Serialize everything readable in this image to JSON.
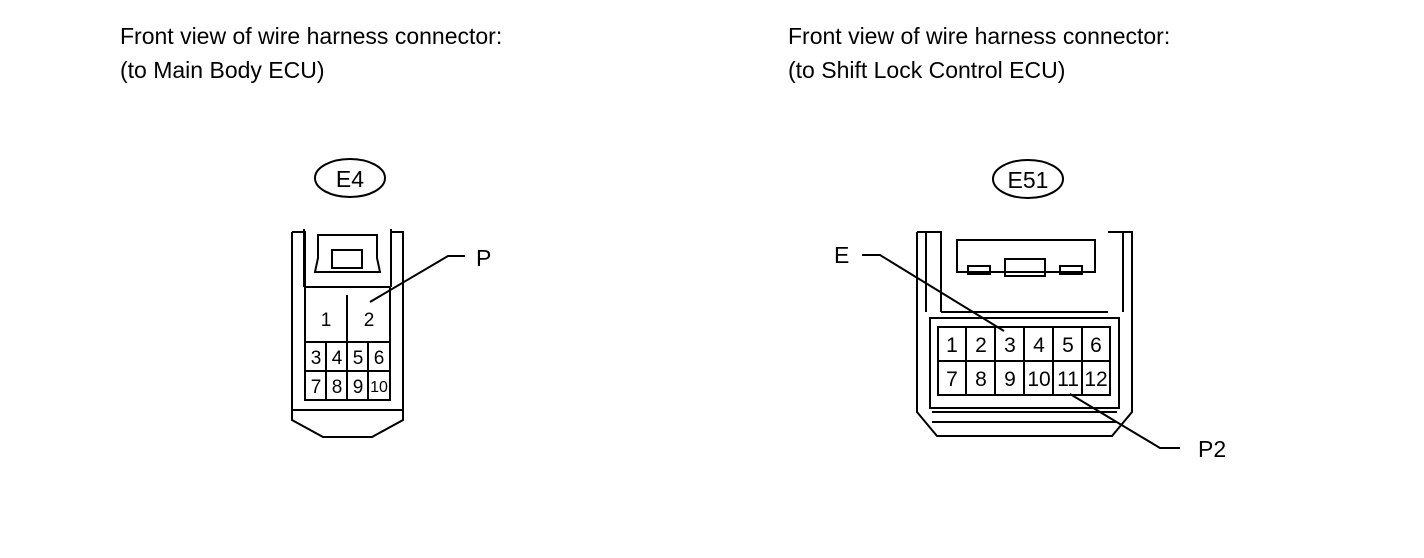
{
  "left": {
    "caption_line1": "Front view of wire harness connector:",
    "caption_line2": "(to Main Body ECU)",
    "connector_id": "E4",
    "callout": "P",
    "pins_large": [
      "1",
      "2"
    ],
    "pins_row1": [
      "3",
      "4",
      "5",
      "6"
    ],
    "pins_row2": [
      "7",
      "8",
      "9",
      "10"
    ]
  },
  "right": {
    "caption_line1": "Front view of wire harness connector:",
    "caption_line2": "(to Shift Lock Control ECU)",
    "connector_id": "E51",
    "callout_top": "E",
    "callout_bottom": "P2",
    "pins_row1": [
      "1",
      "2",
      "3",
      "4",
      "5",
      "6"
    ],
    "pins_row2": [
      "7",
      "8",
      "9",
      "10",
      "11",
      "12"
    ]
  }
}
